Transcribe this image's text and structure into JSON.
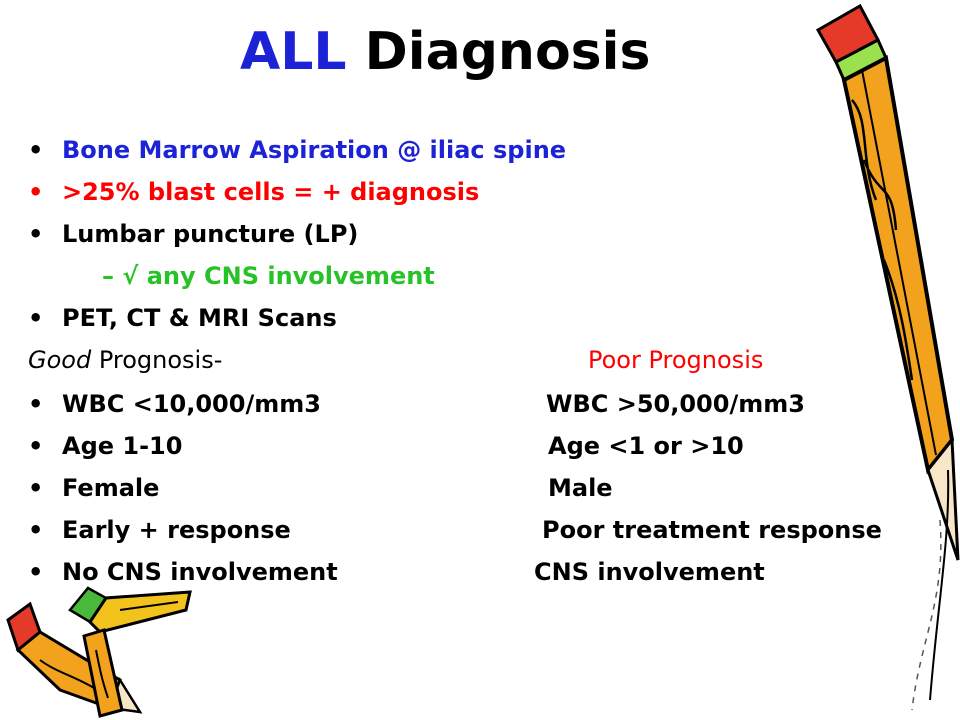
{
  "title": {
    "accent": "ALL",
    "rest": "Diagnosis"
  },
  "colors": {
    "accent_blue": "#1c22d6",
    "red": "#ff0000",
    "green": "#27c227"
  },
  "bullets": [
    "Bone Marrow Aspiration @ iliac spine",
    ">25% blast cells = + diagnosis",
    "Lumbar puncture (LP)",
    "– √ any CNS involvement",
    "PET, CT & MRI Scans"
  ],
  "prognosis": {
    "good_label_italic": "Good",
    "good_label_rest": "Prognosis-",
    "poor_label": "Poor Prognosis",
    "rows": [
      {
        "good": "WBC <10,000/mm3",
        "poor": "WBC >50,000/mm3"
      },
      {
        "good": "Age 1-10",
        "poor": "Age <1 or >10"
      },
      {
        "good": "Female",
        "poor": "Male"
      },
      {
        "good": "Early + response",
        "poor": "Poor treatment response"
      },
      {
        "good": "No CNS involvement",
        "poor": "CNS involvement"
      }
    ]
  },
  "clipart": [
    "pencil-icon",
    "crayon-icon"
  ]
}
